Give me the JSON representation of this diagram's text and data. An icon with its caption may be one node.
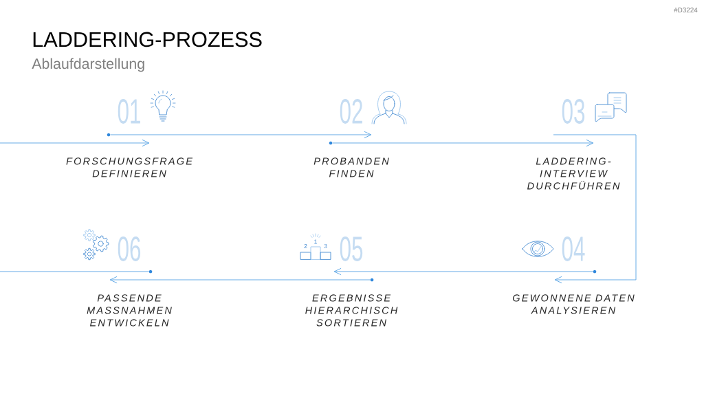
{
  "diagram": {
    "title": "LADDERING-PROZESS",
    "nodes": [
      {
        "text": [
          "01",
          "FORSCHUNGSFRAGE DEFINIEREN"
        ]
      },
      {
        "text": [
          "02",
          "PROBANDEN FINDEN"
        ]
      },
      {
        "text": [
          "03",
          "LADDERING-INTERVIEW DURCHFÜHREN"
        ]
      },
      {
        "text": [
          "04",
          "GEWONNENE DATEN ANALYSIEREN"
        ]
      },
      {
        "text": [
          "05",
          "ERGEBNISSE HIERARCHISCH SORTIEREN"
        ]
      },
      {
        "text": [
          "06",
          "PASSENDE MASSNAHMEN ENTWICKELN"
        ]
      },
      {
        "text": [],
        "shape": "circle"
      },
      {
        "text": [],
        "shape": "circle"
      },
      {
        "text": [],
        "shape": "circle"
      },
      {
        "text": [],
        "shape": "circle"
      },
      {
        "text": [],
        "shape": "circle"
      }
    ],
    "edges": [
      {
        "from": null,
        "to": 0,
        "arrow": "to"
      },
      {
        "from": 6,
        "to": 1,
        "arrow": "to"
      },
      {
        "from": 7,
        "to": 2,
        "arrow": "to"
      },
      {
        "from": 2,
        "to": 3,
        "arrow": "to"
      },
      {
        "from": 10,
        "to": 4,
        "arrow": "to"
      },
      {
        "from": 9,
        "to": 5,
        "arrow": "to"
      },
      {
        "from": 8,
        "to": null,
        "arrow": "none"
      }
    ],
    "labels": [
      "#D3224",
      "Ablaufdarstellung",
      "2",
      "1",
      "3"
    ]
  }
}
